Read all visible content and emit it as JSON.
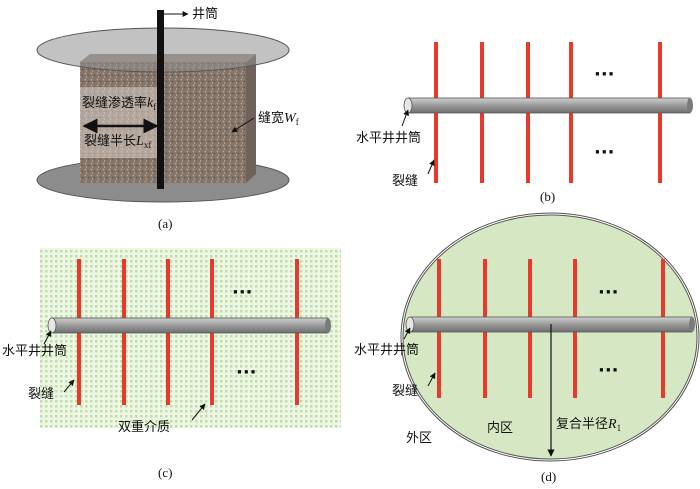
{
  "panel_a": {
    "caption": "(a)",
    "wellbore_label": "井筒",
    "permeability_label": "裂缝渗透率",
    "permeability_symbol": "k",
    "permeability_sub": "f",
    "half_length_label": "裂缝半长",
    "half_length_symbol": "L",
    "half_length_sub": "xf",
    "width_label": "缝宽",
    "width_symbol": "W",
    "width_sub": "f"
  },
  "panel_b": {
    "caption": "(b)",
    "wellbore_label": "水平井井筒",
    "fracture_label": "裂缝",
    "ellipsis_top": "···",
    "ellipsis_bottom": "···"
  },
  "panel_c": {
    "caption": "(c)",
    "wellbore_label": "水平井井筒",
    "fracture_label": "裂缝",
    "medium_label": "双重介质",
    "ellipsis_top": "···",
    "ellipsis_bottom": "···"
  },
  "panel_d": {
    "caption": "(d)",
    "wellbore_label": "水平井井筒",
    "fracture_label": "裂缝",
    "outer_zone_label": "外区",
    "inner_zone_label": "内区",
    "radius_label": "复合半径",
    "radius_symbol": "R",
    "radius_sub": "1",
    "ellipsis_top": "···",
    "ellipsis_bottom": "···"
  },
  "colors": {
    "fracture": "#e8392b",
    "pipe": "#9b9b9b",
    "disk": "#8f8f8f",
    "rock": "#8a7a6f",
    "dual_medium": "#d8ecc8",
    "composite_zone": "#d6e8c3"
  }
}
